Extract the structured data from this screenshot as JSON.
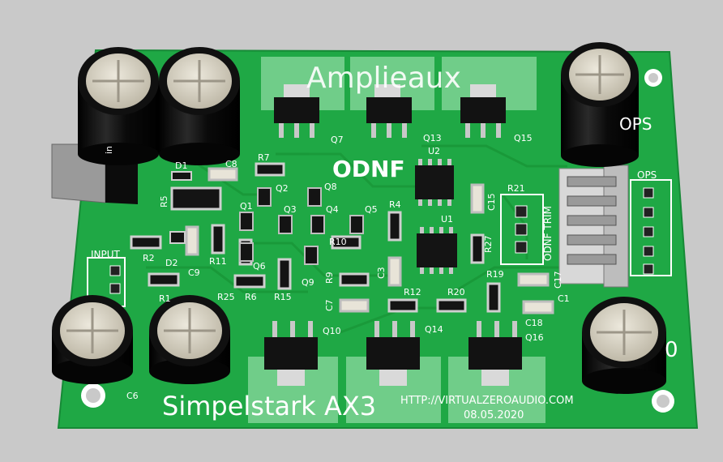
{
  "board": {
    "title_top": "Amplieaux",
    "title_bottom": "Simpelstark AX3",
    "center_label": "ODNF",
    "url": "HTTP://VIRTUALZEROAUDIO.COM",
    "date": "08.05.2020",
    "trim_label": "ODNF TRIM",
    "ops_label": "OPS",
    "ops_edge_label": "OPS",
    "input_label": "INPUT",
    "partial_zero": "0",
    "partial_top_left": "in"
  },
  "designators": {
    "q7": "Q7",
    "q13": "Q13",
    "q15": "Q15",
    "q10": "Q10",
    "q14": "Q14",
    "q16": "Q16",
    "q1": "Q1",
    "q2": "Q2",
    "q3": "Q3",
    "q4": "Q4",
    "q5": "Q5",
    "q6": "Q6",
    "q8": "Q8",
    "q9": "Q9",
    "u1": "U1",
    "u2": "U2",
    "r1": "R1",
    "r2": "R2",
    "r4": "R4",
    "r5": "R5",
    "r6": "R6",
    "r7": "R7",
    "r9": "R9",
    "r10": "R10",
    "r11": "R11",
    "r12": "R12",
    "r15": "R15",
    "r19": "R19",
    "r20": "R20",
    "r21": "R21",
    "r25": "R25",
    "r27": "R27",
    "c1": "C1",
    "c3": "C3",
    "c6": "C6",
    "c7": "C7",
    "c8": "C8",
    "c9": "C9",
    "c15": "C15",
    "c17": "C17",
    "c18": "C18",
    "d1": "D1",
    "d2": "D2"
  },
  "colors": {
    "background": "#c9c9c9",
    "pcb": "#1fa845",
    "silkscreen": "#ffffff",
    "copper_pour_light": "#7fd495",
    "capacitor_body": "#0d0d0d",
    "capacitor_top": "#d9d4c6",
    "ic_body": "#141414",
    "pin_metal": "#c8c8c8"
  }
}
